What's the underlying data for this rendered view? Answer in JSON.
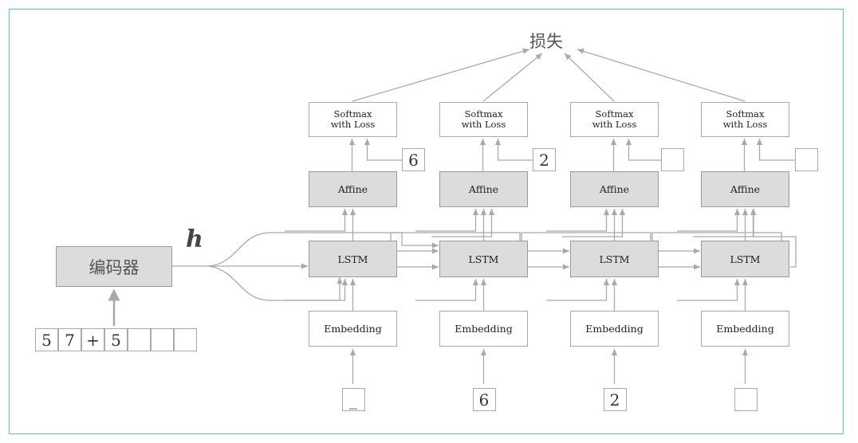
{
  "diagram": {
    "loss_label": "损失",
    "h_label": "h",
    "encoder_label": "编码器",
    "input_sequence": [
      "5",
      "7",
      "+",
      "5",
      "",
      "",
      ""
    ],
    "softmax_label_1": "Softmax",
    "softmax_label_2": "with Loss",
    "affine_label": "Affine",
    "lstm_label": "LSTM",
    "embedding_label": "Embedding",
    "targets": [
      "6",
      "2",
      "",
      ""
    ],
    "decoder_inputs": [
      "_",
      "6",
      "2",
      ""
    ]
  },
  "colors": {
    "frame": "#4fc6df",
    "arrow": "#a9a9a9",
    "gray_box": "#dcdcdd"
  }
}
